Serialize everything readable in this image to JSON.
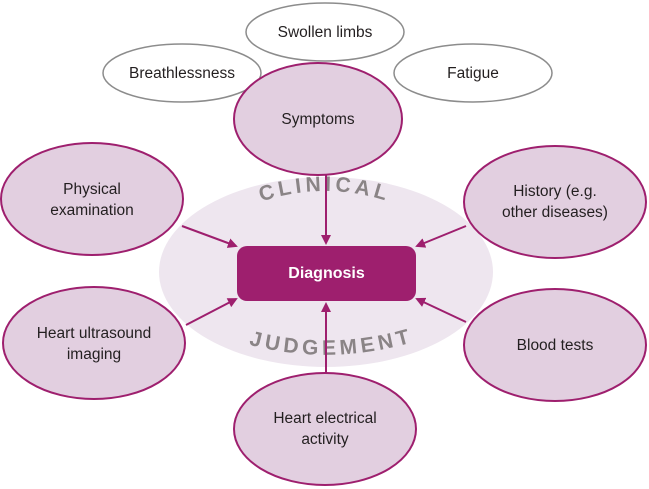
{
  "center": {
    "label": "Diagnosis"
  },
  "background_text": {
    "top": "CLINICAL",
    "bottom": "JUDGEMENT"
  },
  "symptoms": {
    "hub": "Symptoms",
    "items": [
      "Swollen limbs",
      "Breathlessness",
      "Fatigue"
    ]
  },
  "inputs": {
    "physical": "Physical\nexamination",
    "history": "History (e.g.\nother diseases)",
    "ultrasound": "Heart ultrasound\nimaging",
    "blood": "Blood tests",
    "electrical": "Heart electrical\nactivity"
  },
  "colors": {
    "accent": "#9e1f6e",
    "node_fill": "#e2cfe0",
    "background_ellipse": "#eee6ef",
    "symptom_outline": "#8c8c8c",
    "background_text": "#8a8486"
  }
}
